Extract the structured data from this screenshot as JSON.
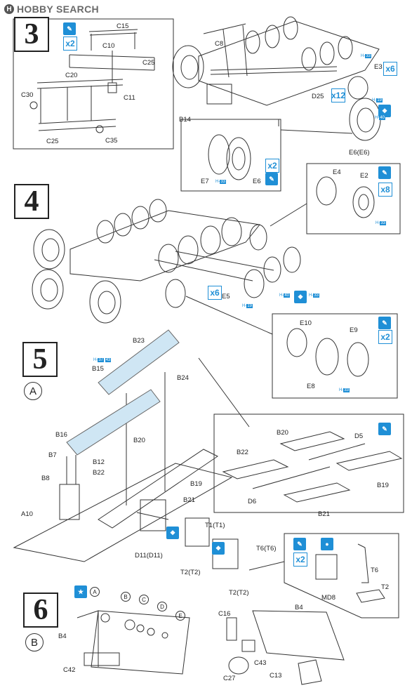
{
  "header": {
    "brand": "HOBBY SEARCH",
    "logo_letter": "H"
  },
  "steps": [
    {
      "number": "3"
    },
    {
      "number": "4"
    },
    {
      "number": "5",
      "sub": "A"
    },
    {
      "number": "6",
      "sub": "B"
    }
  ],
  "step3": {
    "parts": [
      "C15",
      "C10",
      "C25",
      "C11",
      "C20",
      "C30",
      "C25",
      "C35",
      "C8",
      "E3",
      "D25",
      "B14",
      "E6(E6)",
      "E7",
      "E6"
    ],
    "qty": {
      "glue": "x2",
      "e3": "x6",
      "d25": "x12",
      "tire": "x2"
    },
    "crefs": {
      "a": "33",
      "b": "19",
      "c": "40",
      "d": "33"
    }
  },
  "step4": {
    "parts": [
      "E4",
      "E2",
      "E5"
    ],
    "qty": {
      "e2": "x8",
      "e5": "x6"
    },
    "crefs": {
      "a": "33",
      "b": "19",
      "c": "40",
      "d": "33"
    }
  },
  "step5": {
    "parts": [
      "B23",
      "B15",
      "B24",
      "B16",
      "B20",
      "B7",
      "B12",
      "B8",
      "B22",
      "A10",
      "B19",
      "B21",
      "D11(D11)",
      "T1(T1)",
      "T2(T2)",
      "T6(T6)",
      "T2(T2)",
      "B20",
      "D5",
      "B22",
      "B19",
      "D6",
      "B21",
      "E10",
      "E9",
      "E8",
      "MD8",
      "T6",
      "T2"
    ],
    "qty": {
      "e9": "x2",
      "t": "x2"
    },
    "crefs": {
      "b15a": "37",
      "b15b": "43",
      "e8": "33"
    }
  },
  "step6": {
    "parts": [
      "B4",
      "C42",
      "B4",
      "C16",
      "C43",
      "C27",
      "C13"
    ],
    "callouts": [
      "A",
      "B",
      "C",
      "D",
      "E"
    ]
  },
  "icons": [
    "glue-icon",
    "paint-icon",
    "star-icon",
    "options-icon"
  ]
}
